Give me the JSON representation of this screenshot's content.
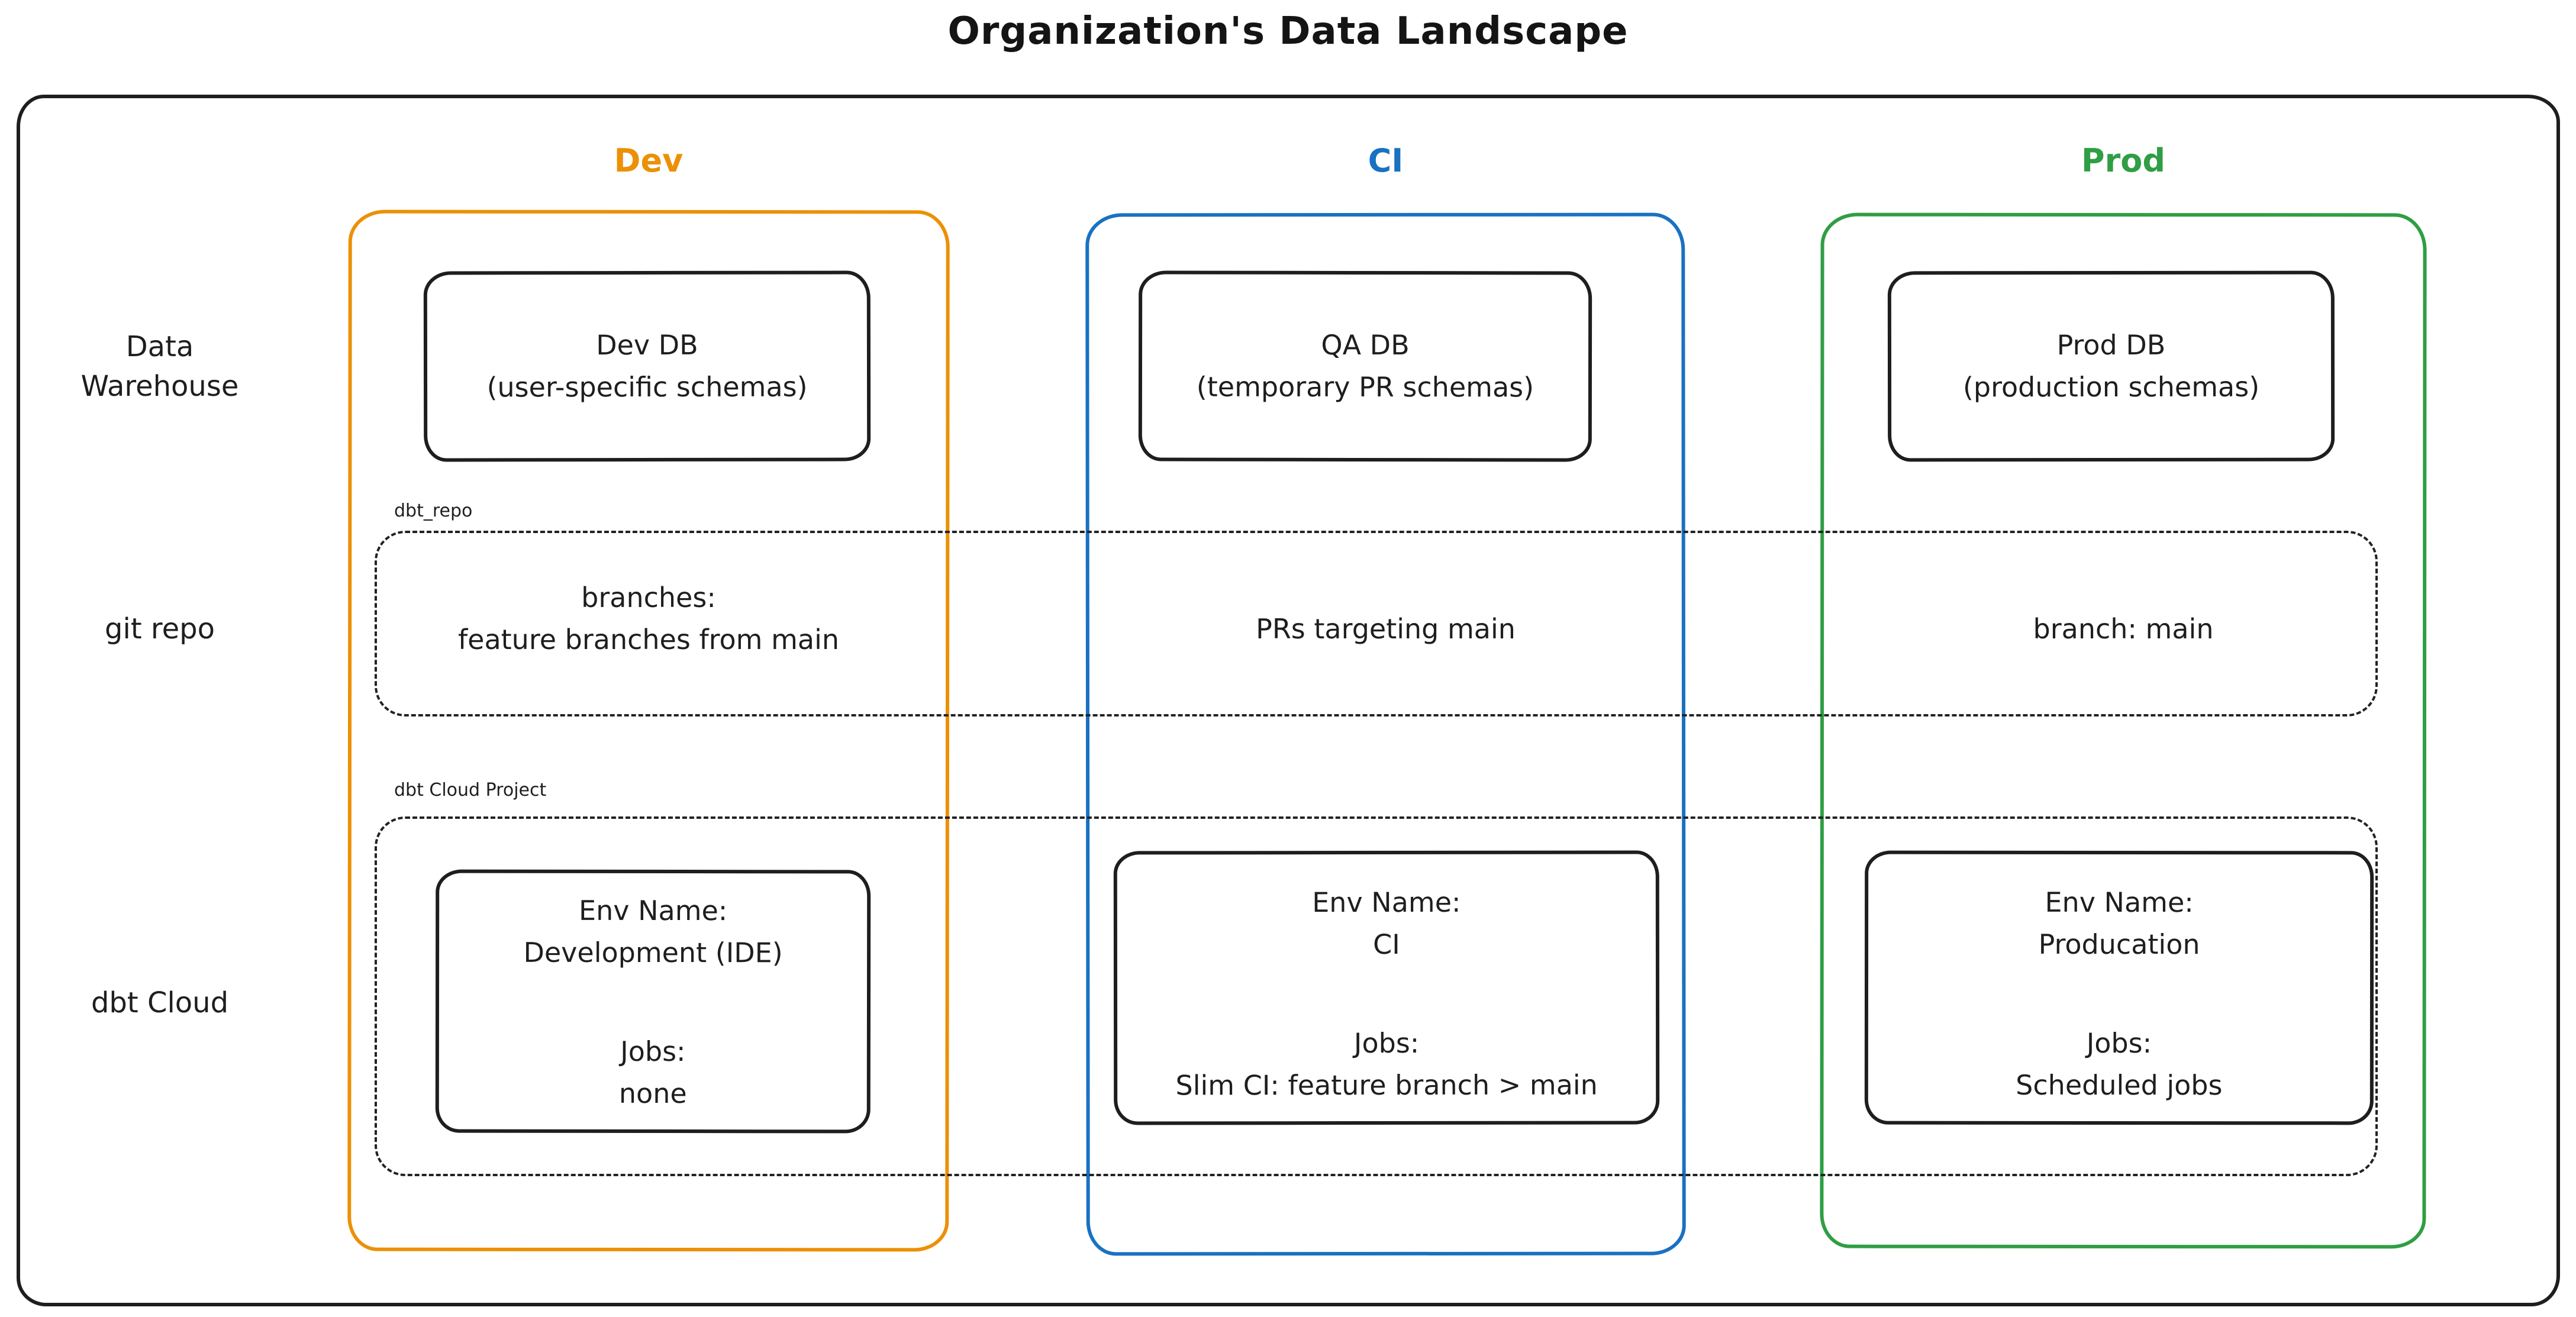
{
  "title": "Organization's Data Landscape",
  "colors": {
    "dev_accent": "#ec9006",
    "ci_accent": "#1971c2",
    "prod_accent": "#2f9e44",
    "stroke": "#1e1e1e",
    "background": "#ffffff"
  },
  "row_labels": {
    "warehouse": "Data\nWarehouse",
    "git": "git repo",
    "dbt": "dbt Cloud"
  },
  "group_labels": {
    "git_repo": "dbt_repo",
    "dbt_project": "dbt Cloud Project"
  },
  "columns": {
    "dev": {
      "header": "Dev",
      "db": "Dev DB\n(user-specific schemas)",
      "git": "branches:\nfeature branches from main",
      "env": "Env Name:\nDevelopment (IDE)",
      "jobs": "Jobs:\nnone"
    },
    "ci": {
      "header": "CI",
      "db": "QA DB\n(temporary PR schemas)",
      "git": "PRs targeting main",
      "env": "Env Name:\nCI",
      "jobs": "Jobs:\nSlim CI: feature branch > main"
    },
    "prod": {
      "header": "Prod",
      "db": "Prod DB\n(production schemas)",
      "git": "branch: main",
      "env": "Env Name:\nProducation",
      "jobs": "Jobs:\nScheduled jobs"
    }
  }
}
